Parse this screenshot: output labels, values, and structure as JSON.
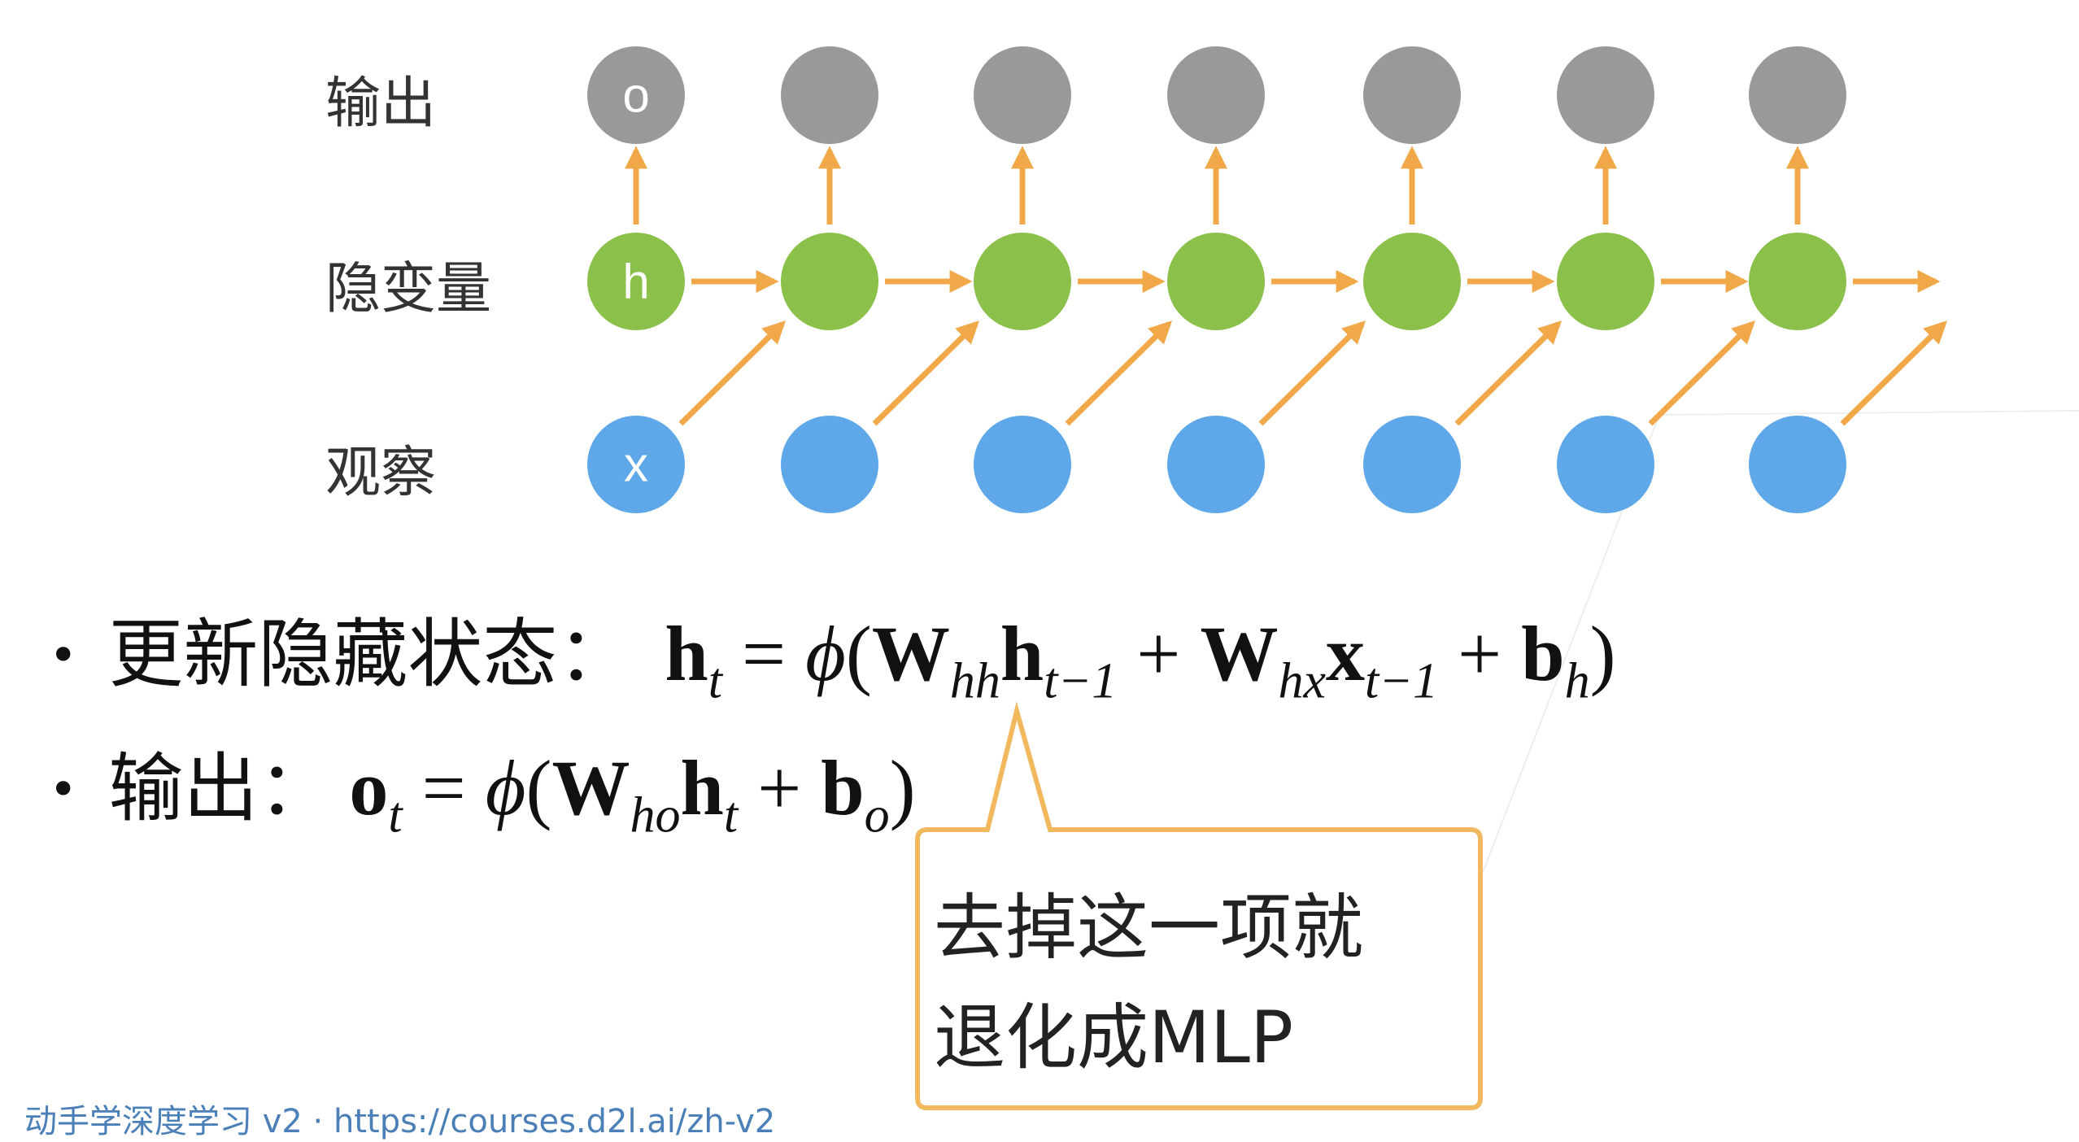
{
  "row_labels": {
    "output": "输出",
    "hidden": "隐变量",
    "observation": "观察"
  },
  "node_letters": {
    "output": "o",
    "hidden": "h",
    "observation": "x"
  },
  "columns": 7,
  "colors": {
    "output": "#999999",
    "hidden": "#8BC14B",
    "observation": "#5EA8EA",
    "arrow": "#F0A848",
    "callout_border": "#F2B85E"
  },
  "bullets": [
    {
      "label": "更新隐藏状态：",
      "formula": "h_t = φ(W_hh h_{t−1} + W_hx x_{t−1} + b_h)"
    },
    {
      "label": "输出：",
      "formula": "o_t = φ(W_ho h_t + b_o)"
    }
  ],
  "callout": {
    "line1": "去掉这一项就",
    "line2": "退化成MLP"
  },
  "footer": "动手学深度学习 v2 · https://courses.d2l.ai/zh-v2"
}
